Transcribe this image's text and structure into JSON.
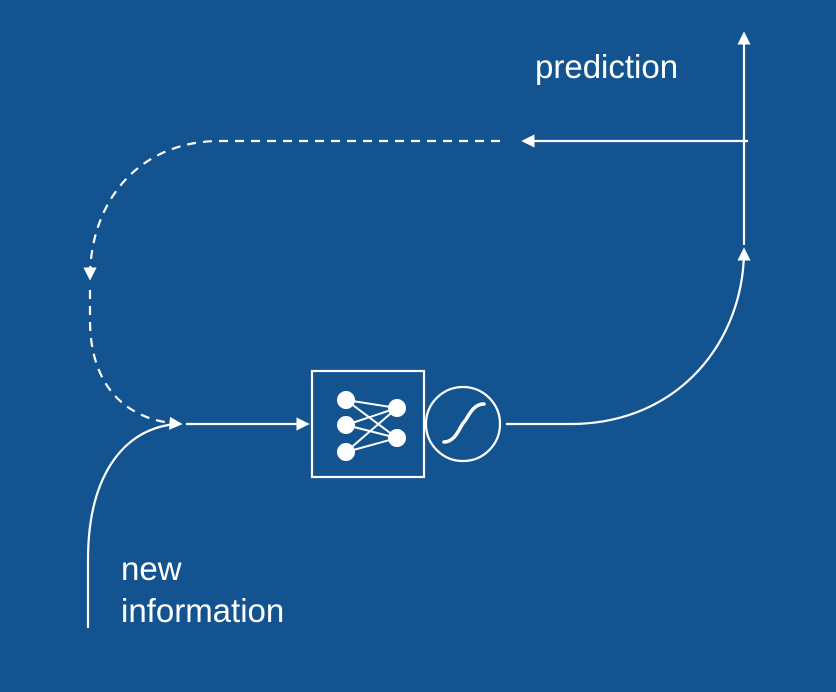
{
  "labels": {
    "prediction": "prediction",
    "new_line1": "new",
    "new_line2": "information"
  },
  "colors": {
    "background": "#13538f",
    "stroke": "#ffffff"
  },
  "icons": {
    "network": "neural-network-icon",
    "activation": "sigmoid-curve-icon"
  }
}
